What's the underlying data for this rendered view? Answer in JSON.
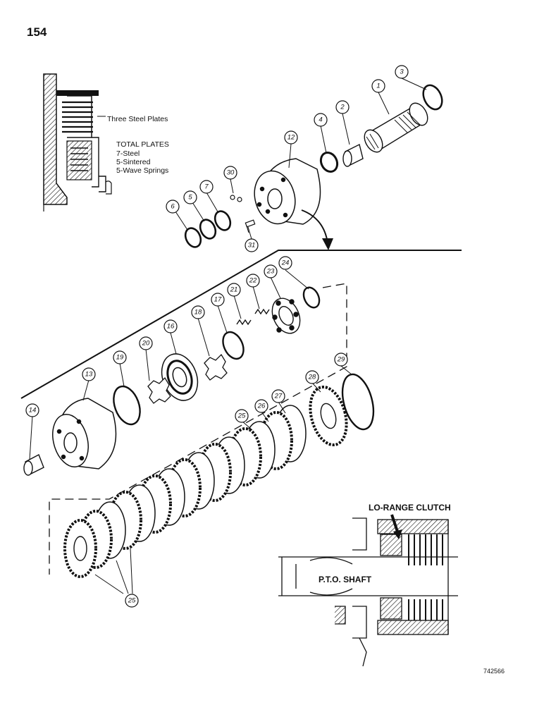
{
  "page_number": "154",
  "inset": {
    "label": "Three Steel Plates",
    "totals_title": "TOTAL PLATES",
    "totals": [
      "7-Steel",
      "5-Sintered",
      "5-Wave Springs"
    ]
  },
  "section_view": {
    "clutch_label": "LO-RANGE CLUTCH",
    "shaft_label": "P.T.O. SHAFT"
  },
  "part_numbers": [
    "1",
    "2",
    "3",
    "4",
    "12",
    "30",
    "7",
    "5",
    "6",
    "31",
    "24",
    "23",
    "22",
    "21",
    "17",
    "18",
    "16",
    "20",
    "19",
    "13",
    "14",
    "29",
    "28",
    "27",
    "26",
    "25",
    "25"
  ],
  "illustration_code": "742566"
}
